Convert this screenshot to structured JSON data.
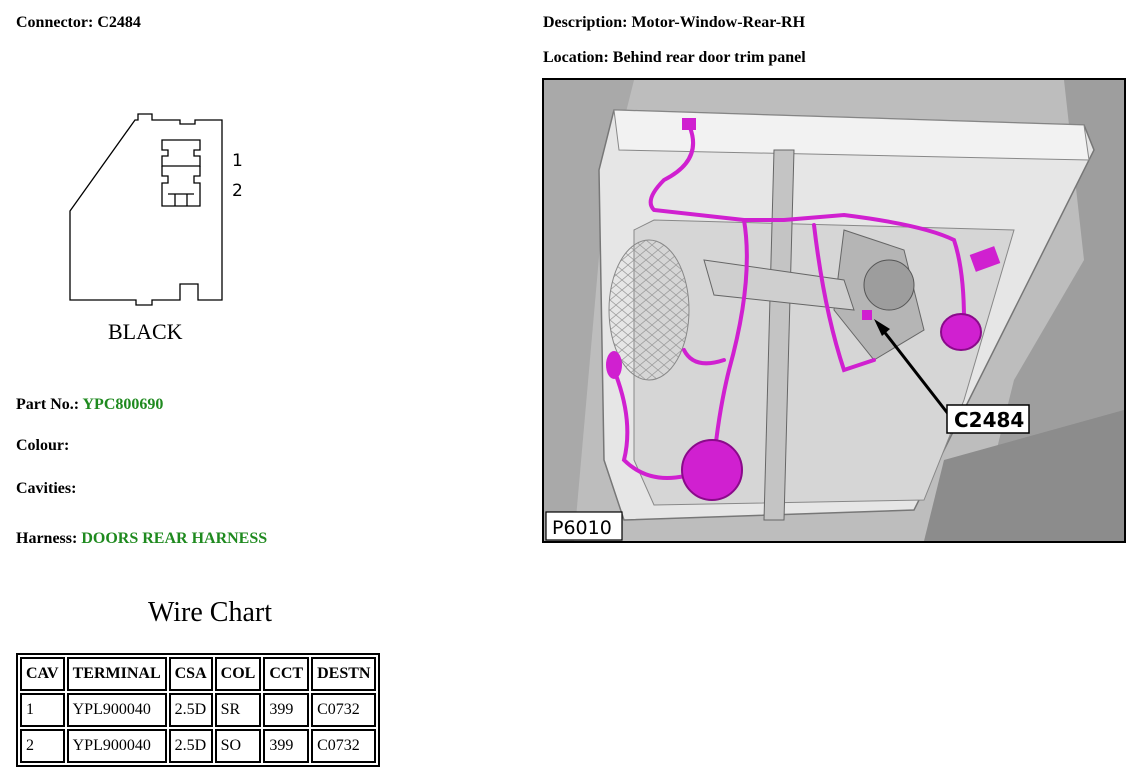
{
  "connector": {
    "label": "Connector:",
    "value": "C2484"
  },
  "description": {
    "label": "Description:",
    "value": "Motor-Window-Rear-RH"
  },
  "location": {
    "label": "Location:",
    "value": "Behind rear door trim panel"
  },
  "diagram": {
    "pin_1": "1",
    "pin_2": "2",
    "color_label": "BLACK"
  },
  "figure": {
    "callout": "C2484",
    "ref": "P6010",
    "harness_color": "#d020d0"
  },
  "part_no": {
    "label": "Part No.:",
    "value": "YPC800690"
  },
  "colour": {
    "label": "Colour:",
    "value": ""
  },
  "cavities": {
    "label": "Cavities:",
    "value": ""
  },
  "harness": {
    "label": "Harness:",
    "value": "DOORS REAR HARNESS"
  },
  "wire_chart": {
    "title": "Wire Chart",
    "headers": [
      "CAV",
      "TERMINAL",
      "CSA",
      "COL",
      "CCT",
      "DESTN"
    ],
    "rows": [
      [
        "1",
        "YPL900040",
        "2.5D",
        "SR",
        "399",
        "C0732"
      ],
      [
        "2",
        "YPL900040",
        "2.5D",
        "SO",
        "399",
        "C0732"
      ]
    ]
  },
  "colors": {
    "link_green": "#1f8a1f"
  }
}
